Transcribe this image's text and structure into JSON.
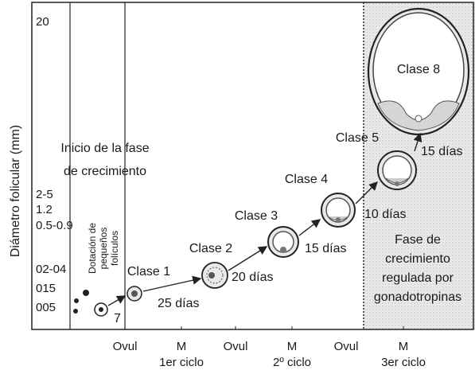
{
  "y_axis": {
    "label": "Diámetro folicular (mm)",
    "ticks": [
      "20",
      "2-5",
      "1.2",
      "0.5-0.9",
      "02-04",
      "015",
      "005"
    ]
  },
  "x_axis": {
    "ticks": [
      "Ovul",
      "M",
      "Ovul",
      "M",
      "Ovul",
      "M"
    ],
    "cycles": [
      "1er ciclo",
      "2º ciclo",
      "3er ciclo"
    ]
  },
  "annotations": {
    "inicio_line1": "Inicio de la fase",
    "inicio_line2": "de crecimiento",
    "dotacion_line1": "Dotación de",
    "dotacion_line2": "pequeños",
    "dotacion_line3": "folículos",
    "fase_line1": "Fase de",
    "fase_line2": "crecimiento",
    "fase_line3": "regulada por",
    "fase_line4": "gonadotropinas"
  },
  "classes": [
    "Clase 1",
    "Clase 2",
    "Clase 3",
    "Clase 4",
    "Clase 5",
    "Clase 8"
  ],
  "durations": [
    "7",
    "25 días",
    "20 días",
    "15 días",
    "10 días",
    "15 días"
  ],
  "colors": {
    "stipple": "#d8d8d8",
    "line": "#222222",
    "follicle_fill": "#e9e9e9"
  }
}
